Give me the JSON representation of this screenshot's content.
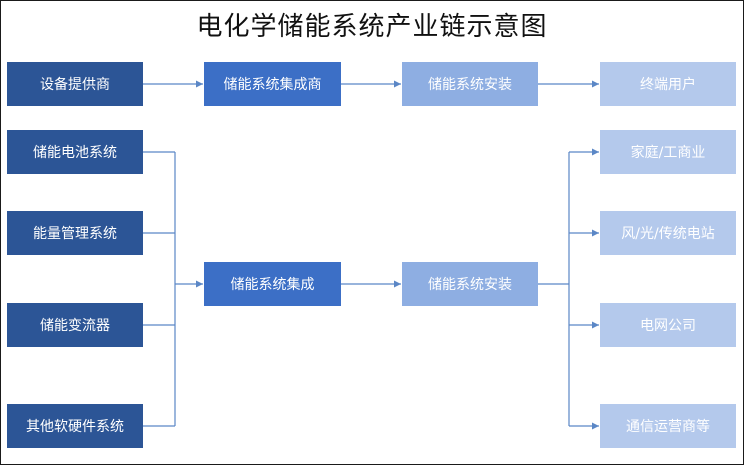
{
  "title": "电化学储能系统产业链示意图",
  "colors": {
    "level1": "#2c5596",
    "level2": "#3c6fc6",
    "level3": "#8eaee2",
    "level4": "#b4c9ec",
    "connector": "#5b87c6"
  },
  "top_row": {
    "supplier": "设备提供商",
    "integrator": "储能系统集成商",
    "installer": "储能系统安装",
    "end_user": "终端用户"
  },
  "components": [
    "储能电池系统",
    "能量管理系统",
    "储能变流器",
    "其他软硬件系统"
  ],
  "integration": "储能系统集成",
  "installation": "储能系统安装",
  "applications": [
    "家庭/工商业",
    "风/光/传统电站",
    "电网公司",
    "通信运营商等"
  ]
}
